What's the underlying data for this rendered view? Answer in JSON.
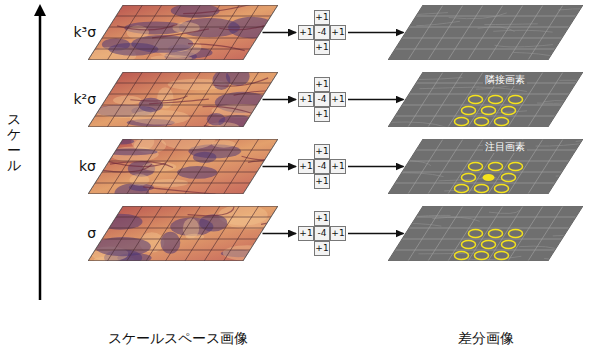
{
  "diagram": {
    "nodes": [
      {
        "text": [
          "k³σ"
        ]
      },
      {
        "text": [
          "+1",
          "+1",
          "-4",
          "+1",
          "+1"
        ]
      },
      {
        "text": []
      },
      {
        "text": [
          "k²σ"
        ]
      },
      {
        "text": [
          "+1",
          "+1",
          "-4",
          "+1",
          "+1"
        ]
      },
      {
        "text": [
          "隣接画素"
        ]
      },
      {
        "text": [
          "kσ"
        ]
      },
      {
        "text": [
          "+1",
          "+1",
          "-4",
          "+1",
          "+1"
        ]
      },
      {
        "text": [
          "注目画素"
        ]
      },
      {
        "text": [
          "σ"
        ]
      },
      {
        "text": [
          "+1",
          "+1",
          "-4",
          "+1",
          "+1"
        ]
      },
      {
        "text": []
      }
    ],
    "edges": [
      {
        "from": 0,
        "to": 1,
        "arrow": "to"
      },
      {
        "from": 1,
        "to": 2,
        "arrow": "to"
      },
      {
        "from": 3,
        "to": 4,
        "arrow": "to"
      },
      {
        "from": 4,
        "to": 5,
        "arrow": "to"
      },
      {
        "from": 6,
        "to": 7,
        "arrow": "to"
      },
      {
        "from": 7,
        "to": 8,
        "arrow": "to"
      },
      {
        "from": 9,
        "to": 10,
        "arrow": "to"
      },
      {
        "from": 10,
        "to": 11,
        "arrow": "to"
      }
    ],
    "labels": [
      "スケール",
      "スケールスペース画像",
      "差分画像"
    ]
  }
}
